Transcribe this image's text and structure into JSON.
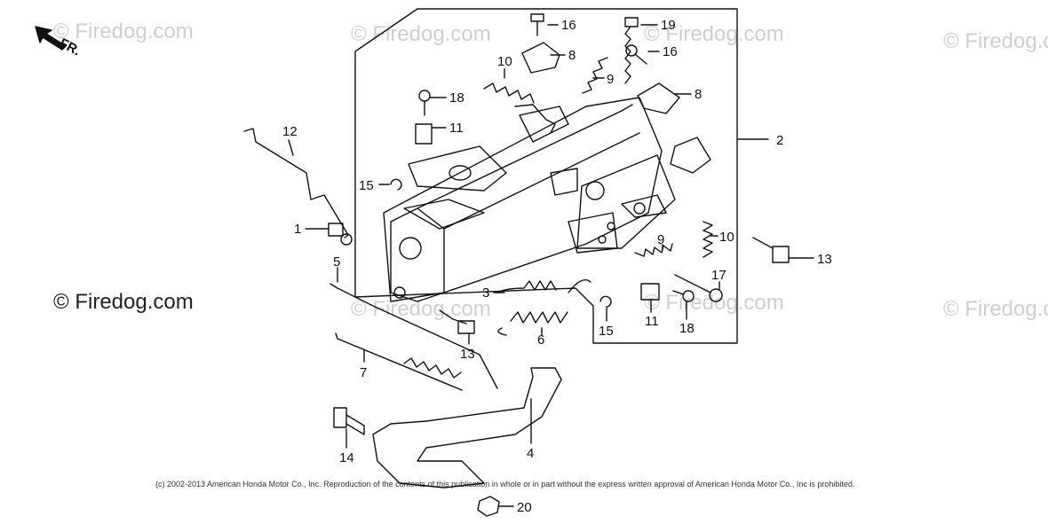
{
  "watermarks": {
    "text": "© Firedog.com",
    "strong_text": "© Firedog.com"
  },
  "direction_label": "FR.",
  "copyright": "(c) 2002-2013 American Honda Motor Co., Inc. Reproduction of the contents of this publication in whole or in part without the express written approval of American Honda Motor Co., Inc is prohibited.",
  "callouts": {
    "c1": "1",
    "c2": "2",
    "c3": "3",
    "c4": "4",
    "c5": "5",
    "c6": "6",
    "c7": "7",
    "c8a": "8",
    "c8b": "8",
    "c9a": "9",
    "c9b": "9",
    "c10a": "10",
    "c10b": "10",
    "c11a": "11",
    "c11b": "11",
    "c12": "12",
    "c13a": "13",
    "c13b": "13",
    "c14": "14",
    "c15a": "15",
    "c15b": "15",
    "c16a": "16",
    "c16b": "16",
    "c17": "17",
    "c18a": "18",
    "c18b": "18",
    "c19": "19",
    "c20": "20"
  },
  "colors": {
    "line": "#111111",
    "watermark": "#cfcfcf",
    "background": "#ffffff"
  }
}
